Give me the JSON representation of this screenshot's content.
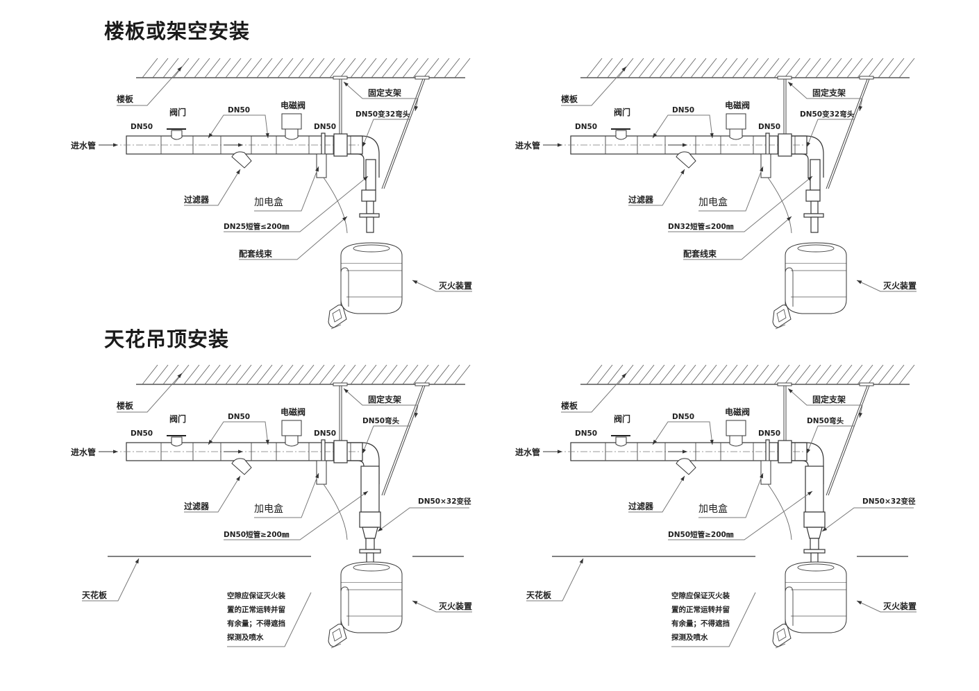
{
  "titles": {
    "slab_or_rack": "楼板或架空安装",
    "suspended_ceiling": "天花吊顶安装"
  },
  "panels": [
    {
      "id": "top-left",
      "variant": "slab",
      "labels": {
        "floor_slab": "楼板",
        "inlet_pipe": "进水管",
        "dn_inlet": "DN50",
        "valve": "阀门",
        "dn_mid": "DN50",
        "solenoid_valve": "电磁阀",
        "dn_after": "DN50",
        "bracket": "固定支架",
        "elbow": "DN50变32弯头",
        "filter": "过滤器",
        "junction_box": "加电盒",
        "short_pipe": "DN25短管≤200㎜",
        "harness": "配套线束",
        "device": "灭火装置"
      }
    },
    {
      "id": "top-right",
      "variant": "slab",
      "labels": {
        "floor_slab": "楼板",
        "inlet_pipe": "进水管",
        "dn_inlet": "DN50",
        "valve": "阀门",
        "dn_mid": "DN50",
        "solenoid_valve": "电磁阀",
        "dn_after": "DN50",
        "bracket": "固定支架",
        "elbow": "DN50变32弯头",
        "filter": "过滤器",
        "junction_box": "加电盒",
        "short_pipe": "DN32短管≤200㎜",
        "harness": "配套线束",
        "device": "灭火装置"
      }
    },
    {
      "id": "bottom-left",
      "variant": "ceiling",
      "labels": {
        "floor_slab": "楼板",
        "inlet_pipe": "进水管",
        "dn_inlet": "DN50",
        "valve": "阀门",
        "dn_mid": "DN50",
        "solenoid_valve": "电磁阀",
        "dn_after": "DN50",
        "bracket": "固定支架",
        "elbow": "DN50弯头",
        "reducer": "DN50×32变径",
        "filter": "过滤器",
        "junction_box": "加电盒",
        "short_pipe": "DN50短管≥200㎜",
        "ceiling_board": "天花板",
        "clearance_note": [
          "空隙应保证灭火装",
          "置的正常运转并留",
          "有余量；不得遮挡",
          "探测及喷水"
        ],
        "device": "灭火装置"
      }
    },
    {
      "id": "bottom-right",
      "variant": "ceiling",
      "labels": {
        "floor_slab": "楼板",
        "inlet_pipe": "进水管",
        "dn_inlet": "DN50",
        "valve": "阀门",
        "dn_mid": "DN50",
        "solenoid_valve": "电磁阀",
        "dn_after": "DN50",
        "bracket": "固定支架",
        "elbow": "DN50弯头",
        "reducer": "DN50×32变径",
        "filter": "过滤器",
        "junction_box": "加电盒",
        "short_pipe": "DN50短管≥200㎜",
        "ceiling_board": "天花板",
        "clearance_note": [
          "空隙应保证灭火装",
          "置的正常运转并留",
          "有余量；不得遮挡",
          "探测及喷水"
        ],
        "device": "灭火装置"
      }
    }
  ]
}
